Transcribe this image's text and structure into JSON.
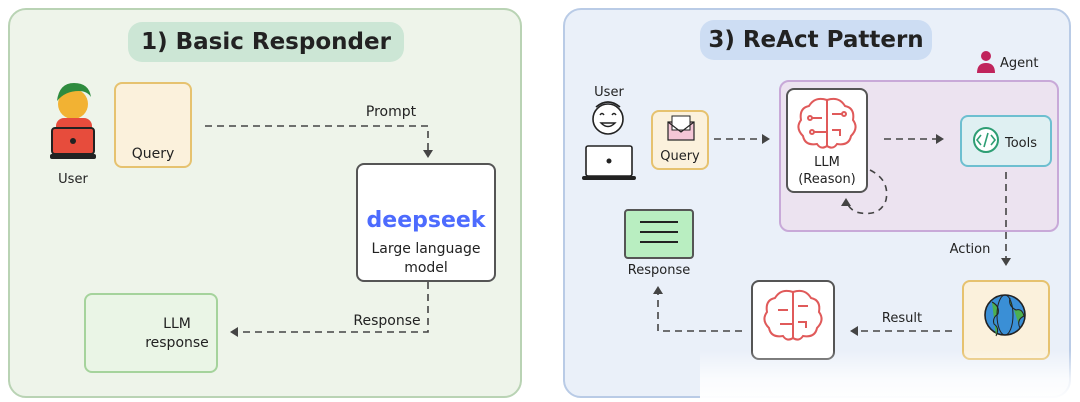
{
  "left_panel": {
    "title": "1) Basic Responder",
    "user_label": "User",
    "query_label": "Query",
    "prompt_label": "Prompt",
    "logo_text": "deepseek",
    "model_line1": "Large language",
    "model_line2": "model",
    "response_label": "Response",
    "llm_response_line1": "LLM",
    "llm_response_line2": "response"
  },
  "right_panel": {
    "title": "3) ReAct Pattern",
    "agent_label": "Agent",
    "user_label": "User",
    "query_label": "Query",
    "llm_line1": "LLM",
    "llm_line2": "(Reason)",
    "tools_label": "Tools",
    "action_label": "Action",
    "result_label": "Result",
    "response_label": "Response"
  },
  "colors": {
    "left_panel_bg": "#eef4ea",
    "right_panel_bg": "#eaf0f9",
    "agent_region_bg": "#ece3f0",
    "query_box_border": "#e6c26f",
    "brain_stroke": "#e05a5a",
    "deepseek_blue": "#4d6bfe",
    "response_green": "#9ee0a8"
  }
}
